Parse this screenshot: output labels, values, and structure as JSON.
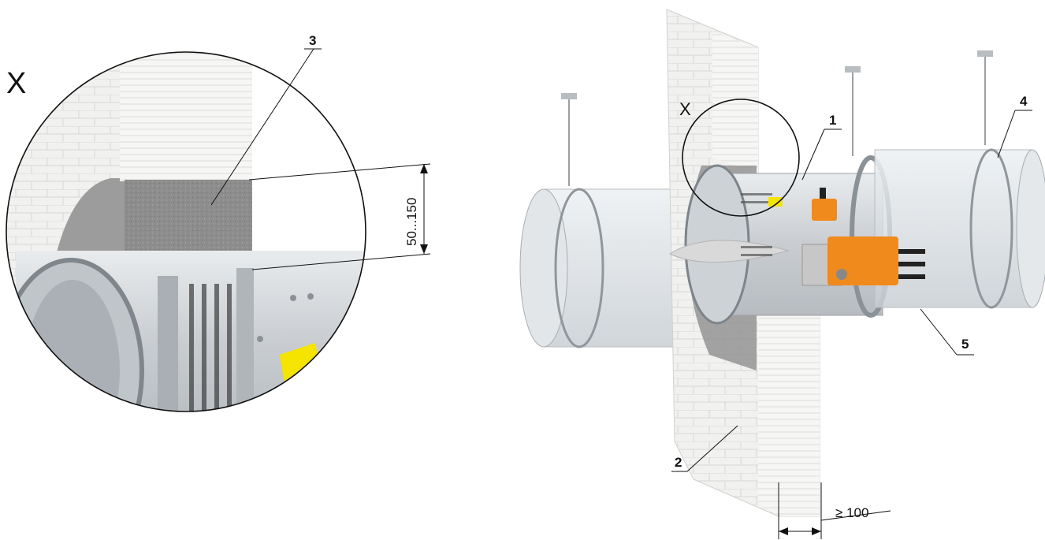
{
  "detail_view": {
    "marker": "X",
    "callout": "3",
    "dimension": "50...150"
  },
  "main_view": {
    "marker": "X",
    "callouts": [
      "1",
      "2",
      "4",
      "5"
    ],
    "dimension": "≥ 100"
  },
  "colors": {
    "actuator": "#f08a1c",
    "warning_label": "#f5e400",
    "duct": "#d6d9dc",
    "insulation": "#8a8a8a",
    "wall": "#f2f2f0"
  }
}
